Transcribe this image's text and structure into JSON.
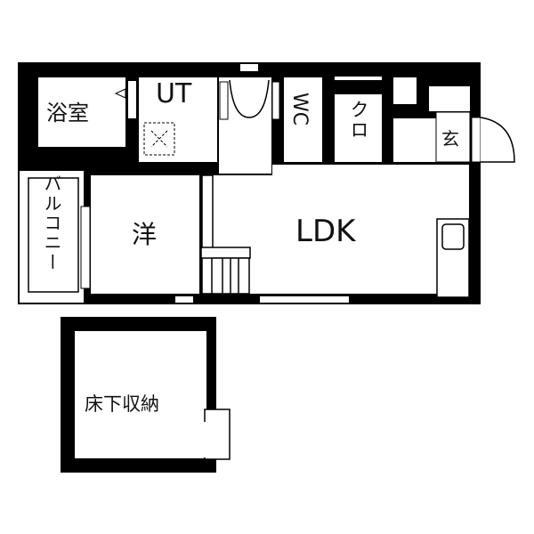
{
  "plan": {
    "rooms": {
      "bath": "浴室",
      "ut": "UT",
      "wc": "WC",
      "closet": "クロ",
      "entrance": "玄",
      "western": "洋",
      "ldk": "LDK",
      "balcony": "バルコニー",
      "underfloor": "床下収納"
    },
    "colors": {
      "wall": "#000000",
      "floor": "#ffffff"
    }
  }
}
